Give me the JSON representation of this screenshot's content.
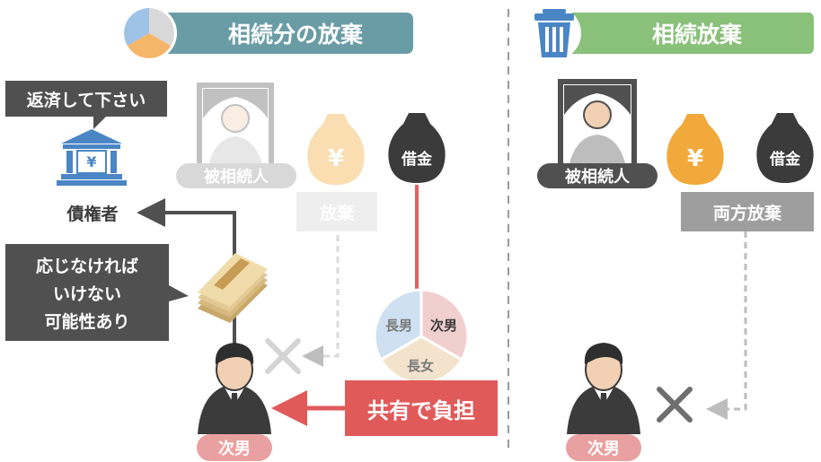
{
  "left_panel": {
    "title": "相続分の放棄",
    "speech_top": "返済して下さい",
    "creditor_label": "債権者",
    "speech_left": [
      "応じなければ",
      "いけない",
      "可能性あり"
    ],
    "decedent_label": "被相続人",
    "asset_symbol": "¥",
    "asset_label": "放棄",
    "debt_label": "借金",
    "pie_labels": {
      "eldest_son": "長男",
      "second_son": "次男",
      "eldest_daughter": "長女"
    },
    "burden_label": "共有で負担",
    "heir_label": "次男"
  },
  "right_panel": {
    "title": "相続放棄",
    "decedent_label": "被相続人",
    "asset_symbol": "¥",
    "debt_label": "借金",
    "renounce_label": "両方放棄",
    "heir_label": "次男"
  },
  "colors": {
    "left_title_bg": "#6a9ca6",
    "right_title_bg": "#89c07a",
    "heir_pink": "#e9a0a0",
    "burden_red": "#e05a5a",
    "debt_line": "#e16363",
    "dark_box": "#505050",
    "pie_blue": "#cfe0f2",
    "pie_pink": "#f2cfcf",
    "pie_beige": "#f4e3cc",
    "gold": "#f2a93b",
    "icon_blue": "#4a86c5"
  }
}
